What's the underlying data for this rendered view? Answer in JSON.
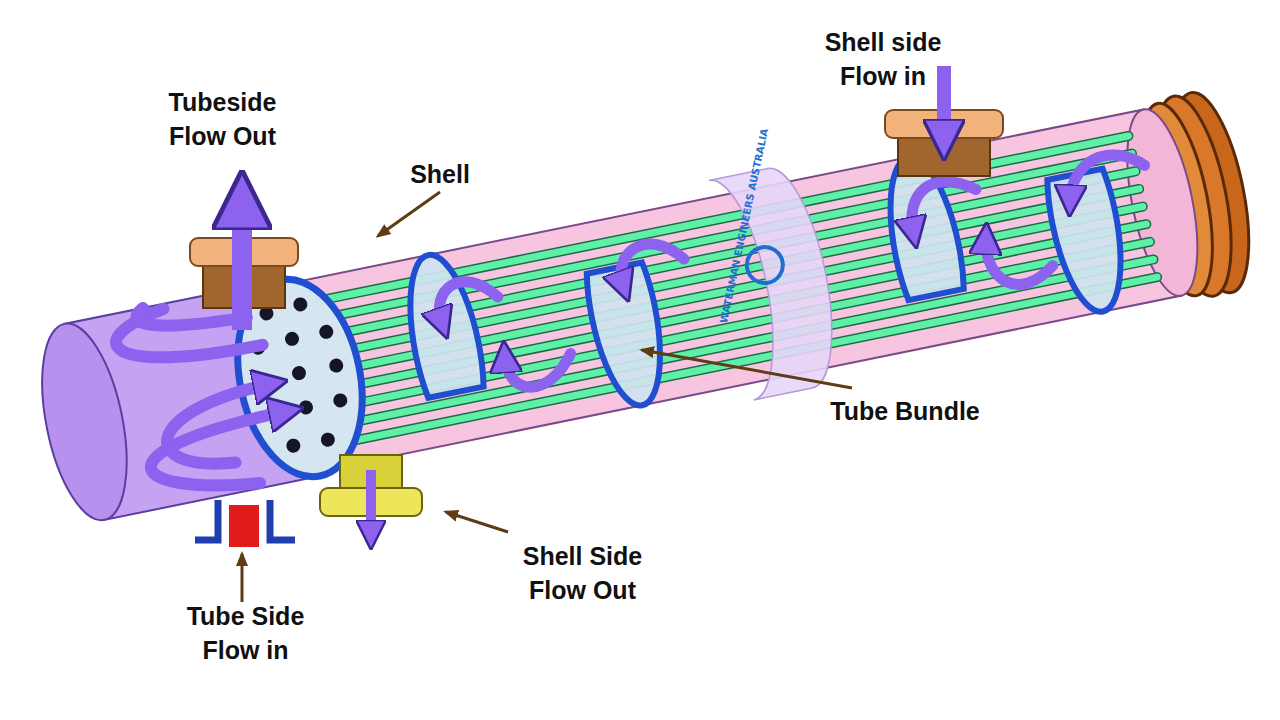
{
  "diagram": {
    "labels": [
      "Tubeside Flow Out",
      "Shell",
      "Shell side Flow in",
      "Tube Bundle",
      "Shell Side Flow Out",
      "Tube Side Flow in",
      "WATERMAN ENGINEERS AUSTRALIA"
    ]
  }
}
